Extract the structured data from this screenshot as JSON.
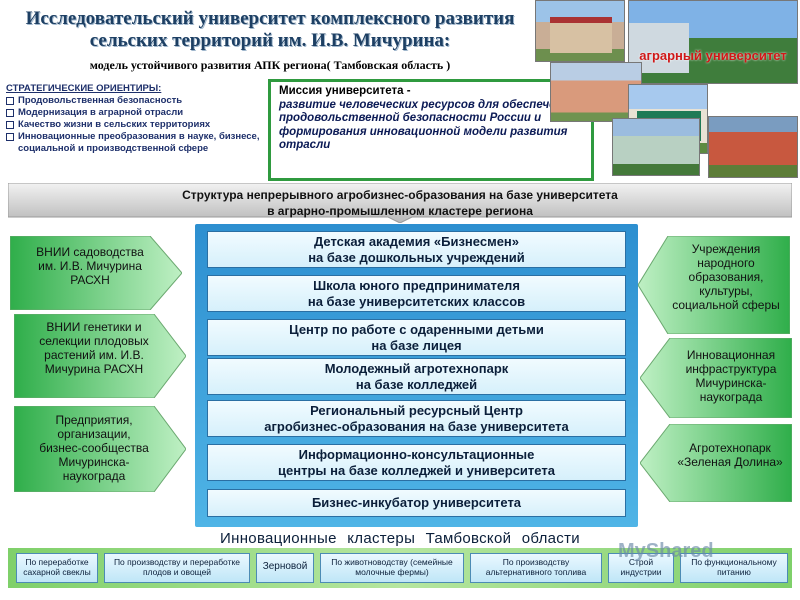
{
  "header": {
    "title": "Исследовательский университет комплексного развития сельских территорий им. И.В. Мичурина:",
    "subtitle": "модель устойчивого развития АПК региона( Тамбовская область )"
  },
  "strategic": {
    "heading": "СТРАТЕГИЧЕСКИЕ ОРИЕНТИРЫ:",
    "items": [
      "Продовольственная безопасность",
      "Модернизация в аграрной отрасли",
      "Качество жизни в сельских территориях",
      "Инновационные преобразования в науке, бизнесе, социальной и производственной сфере"
    ]
  },
  "mission": {
    "heading": "Миссия университета -",
    "text": "развитие человеческих ресурсов для обеспечения продовольственной безопасности России и формирования инновационной модели развития отрасли"
  },
  "photos": {
    "p1_caption": "",
    "p2_caption": "аграрный университет",
    "p3_caption": "",
    "p4_caption": "",
    "p5_caption": "",
    "p6_caption": ""
  },
  "structure": {
    "line1": "Структура непрерывного агробизнес-образования на базе университета",
    "line2": "в аграрно-промышленном кластере региона"
  },
  "left_partners": [
    "ВНИИ садоводства им. И.В. Мичурина РАСХН",
    "ВНИИ генетики и селекции плодовых растений им. И.В. Мичурина РАСХН",
    "Предприятия, организации, бизнес-сообщества Мичуринска-наукограда"
  ],
  "right_partners": [
    "Учреждения народного образования, культуры, социальной сферы",
    "Инновационная инфраструктура Мичуринска-наукограда",
    "Агротехнопарк «Зеленая Долина»"
  ],
  "center_blocks": [
    {
      "l1": "Детская академия «Бизнесмен»",
      "l2": "на базе дошкольных учреждений"
    },
    {
      "l1": "Школа юного предпринимателя",
      "l2": "на базе университетских классов"
    },
    {
      "l1": "Центр по работе с одаренными детьми",
      "l2": "на базе лицея"
    },
    {
      "l1": "Молодежный агротехнопарк",
      "l2": "на базе колледжей"
    },
    {
      "l1": "Региональный ресурсный Центр",
      "l2": "агробизнес-образования на базе университета"
    },
    {
      "l1": "Информационно-консультационные",
      "l2": "центры на базе колледжей и университета"
    },
    {
      "l1": "Бизнес-инкубатор университета",
      "l2": ""
    }
  ],
  "clusters": {
    "title": "Инновационные кластеры Тамбовской области",
    "items": [
      "По переработке сахарной свеклы",
      "По производству и переработке плодов и овощей",
      "Зерновой",
      "По животноводству (семейные молочные фермы)",
      "По производству альтернативного топлива",
      "Строй индустрии",
      "По функциональному питанию"
    ]
  },
  "watermark": "MyShared",
  "colors": {
    "title": "#1d3f63",
    "mission_border": "#2f9a3f",
    "center_bg": "#2d8fd0",
    "partner_arrow": "#5fc96a",
    "cluster_band": "#7fd06a"
  }
}
